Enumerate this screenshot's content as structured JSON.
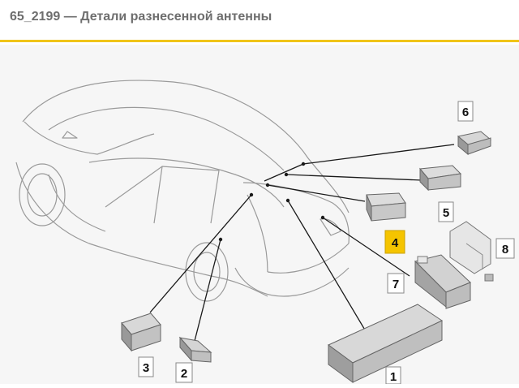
{
  "header": {
    "title": "65_2199 — Детали разнесенной антенны",
    "accent_color": "#f0c419"
  },
  "diagram": {
    "callouts": [
      {
        "label": "1",
        "highlighted": false
      },
      {
        "label": "2",
        "highlighted": false
      },
      {
        "label": "3",
        "highlighted": false
      },
      {
        "label": "4",
        "highlighted": true
      },
      {
        "label": "5",
        "highlighted": false
      },
      {
        "label": "6",
        "highlighted": false
      },
      {
        "label": "7",
        "highlighted": false
      },
      {
        "label": "8",
        "highlighted": false
      }
    ]
  }
}
